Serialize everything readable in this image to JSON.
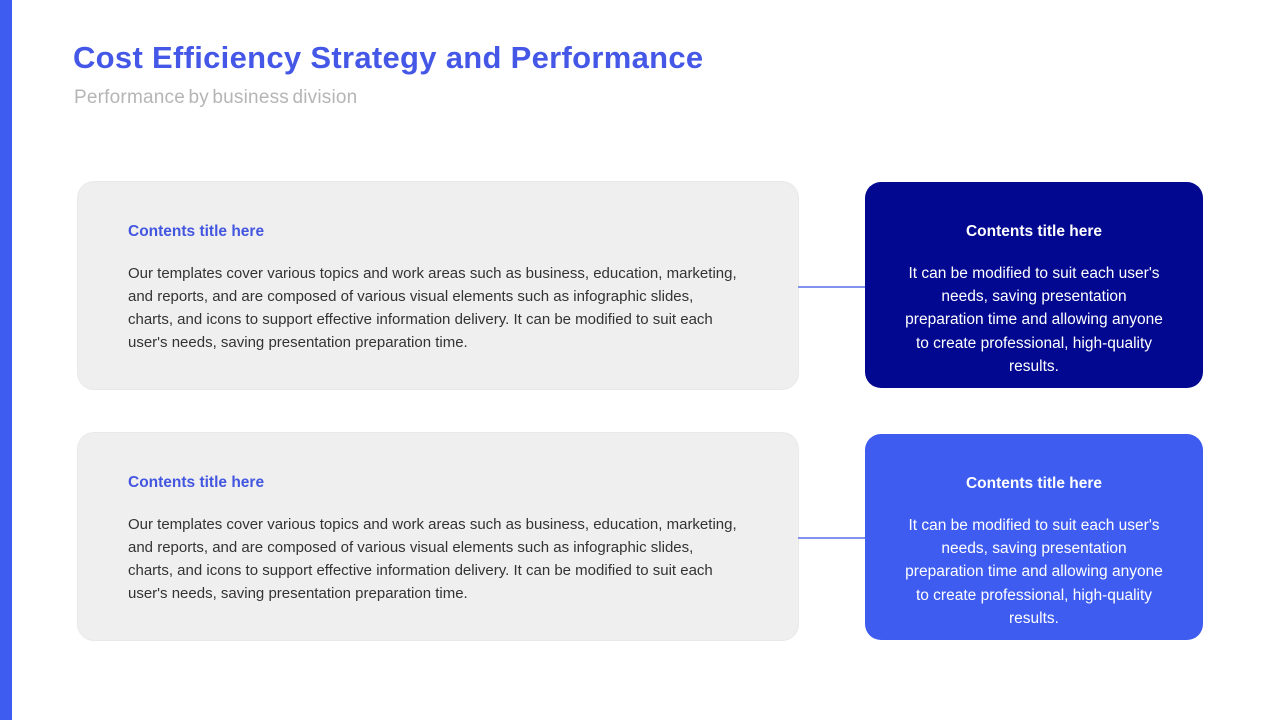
{
  "slide": {
    "title": "Cost Efficiency Strategy and Performance",
    "subtitle": "Performance by business division"
  },
  "colors": {
    "accent_bar": "#3E5CF0",
    "title_blue": "#4457E6",
    "subtitle_gray": "#B5B5B5",
    "gray_card_bg": "#EFEFEF",
    "gray_card_heading": "#4356E0",
    "gray_card_body_text": "#333333",
    "navy_card_bg": "#02088F",
    "royal_card_bg": "#3E5CF0",
    "card_text_white": "#FFFFFF",
    "connector_line": "#8193EE"
  },
  "rows": [
    {
      "left": {
        "title": "Contents title here",
        "body": "Our templates cover various topics and work areas such as business, education, marketing, and reports, and are composed of various visual elements such as infographic slides, charts, and icons to support effective information delivery. It can be modified to suit each user's needs, saving presentation preparation time."
      },
      "right": {
        "title": "Contents title here",
        "body": "It can be modified to suit each user's needs, saving presentation preparation time and allowing anyone to create professional, high-quality results."
      }
    },
    {
      "left": {
        "title": "Contents title here",
        "body": "Our templates cover various topics and work areas such as business, education, marketing, and reports, and are composed of various visual elements such as infographic slides, charts, and icons to support effective information delivery. It can be modified to suit each user's needs, saving presentation preparation time."
      },
      "right": {
        "title": "Contents title here",
        "body": "It can be modified to suit each user's needs, saving presentation preparation time and allowing anyone to create professional, high-quality results."
      }
    }
  ]
}
